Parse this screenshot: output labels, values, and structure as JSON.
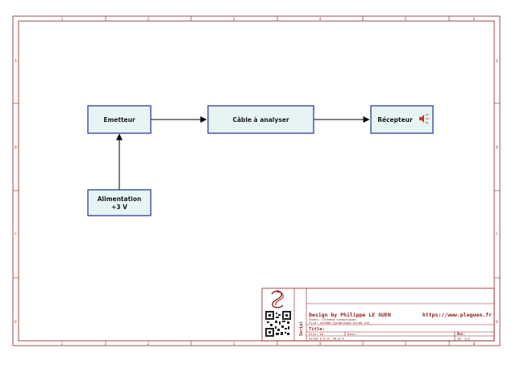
{
  "frame": {
    "columns": [
      "1",
      "2",
      "3",
      "4",
      "5",
      "6"
    ],
    "rows": [
      "A",
      "B",
      "C",
      "D"
    ]
  },
  "blocks": {
    "emetteur": "Emetteur",
    "cable": "Câble à analyser",
    "recepteur": "Récepteur",
    "alimentation_line1": "Alimentation",
    "alimentation_line2": "+3 V"
  },
  "title_block": {
    "design": "Design by Philippe LE GUEN",
    "url": "https://www.pleguen.fr",
    "sheet": "Sheet: /Schéma synoptique/",
    "file": "File: schéma_synoptique.kicad_sch",
    "title_label": "Title:",
    "size": "Size: A4",
    "date": "Date:",
    "rev": "Rev:",
    "kicad": "KiCad E.D.A. 10.0.4",
    "id": "Id: 2/2",
    "serial": "Serial"
  },
  "colors": {
    "frame": "#8a2020",
    "block_fill": "#e6f4f3",
    "block_border": "#1f2f8a",
    "arrow": "#000000"
  }
}
